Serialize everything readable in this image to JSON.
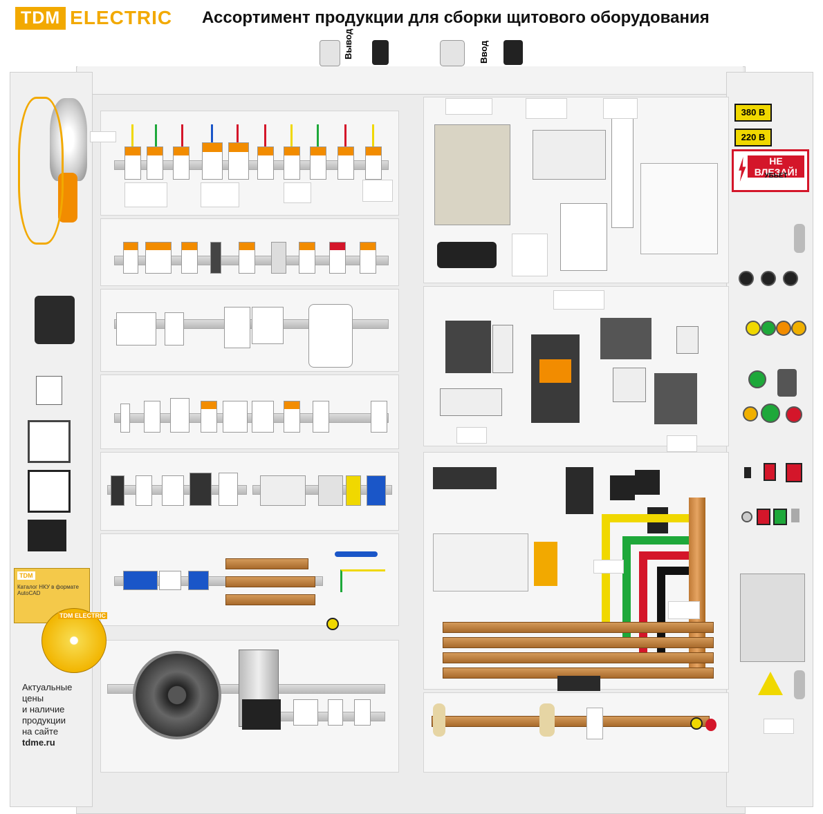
{
  "header": {
    "brand_box": "TDM",
    "brand_text": "ELECTRIC",
    "title": "Ассортимент продукции для сборки щитового оборудования"
  },
  "top_labels": {
    "output": "Вывод",
    "input": "Ввод"
  },
  "door_signs": {
    "voltage_380": "380 В",
    "voltage_220": "220 В",
    "warning_title": "НЕ ВЛЕЗАЙ!",
    "warning_sub": "УБЬЕТ"
  },
  "catalog": {
    "brand_box": "TDM",
    "brand_text": "ELECTRIC",
    "title": "Каталог НКУ в формате AutoCAD"
  },
  "footer": {
    "lines": [
      "Актуальные",
      "цены",
      "и наличие",
      "продукции",
      "на сайте"
    ],
    "site": "tdme.ru"
  },
  "colors": {
    "brand": "#f2a900",
    "bus_yellow": "#f0d800",
    "bus_green": "#1ea83a",
    "bus_red": "#d4162a",
    "bus_black": "#111111",
    "copper": "#c07a35",
    "module_orange": "#f28c00"
  }
}
